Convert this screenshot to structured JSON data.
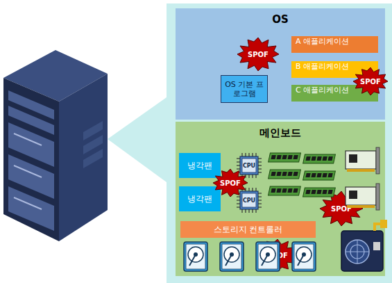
{
  "diagram": {
    "nodes": [
      {
        "text": [
          "OS"
        ]
      },
      {
        "text": [
          "OS 기본 프로그램"
        ],
        "in": 0
      },
      {
        "text": [
          "A 애플리케이션"
        ],
        "in": 0
      },
      {
        "text": [
          "B 애플리케이션"
        ],
        "in": 0
      },
      {
        "text": [
          "C 애플리케이션"
        ],
        "in": 0
      },
      {
        "text": [
          "SPOF"
        ],
        "in": 0
      },
      {
        "text": [
          "SPOF"
        ],
        "in": 0
      },
      {
        "text": [
          "메인보드"
        ]
      },
      {
        "text": [
          "냉각팬"
        ],
        "in": 7
      },
      {
        "text": [
          "냉각팬"
        ],
        "in": 7
      },
      {
        "text": [
          "CPU"
        ],
        "in": 7
      },
      {
        "text": [
          "CPU"
        ],
        "in": 7
      },
      {
        "text": [
          "스토리지 컨트롤러"
        ],
        "in": 7
      },
      {
        "text": [
          "SPOF"
        ],
        "in": 7
      },
      {
        "text": [
          "SPOF"
        ],
        "in": 7
      },
      {
        "text": [
          "SPOF"
        ],
        "in": 7
      }
    ]
  }
}
